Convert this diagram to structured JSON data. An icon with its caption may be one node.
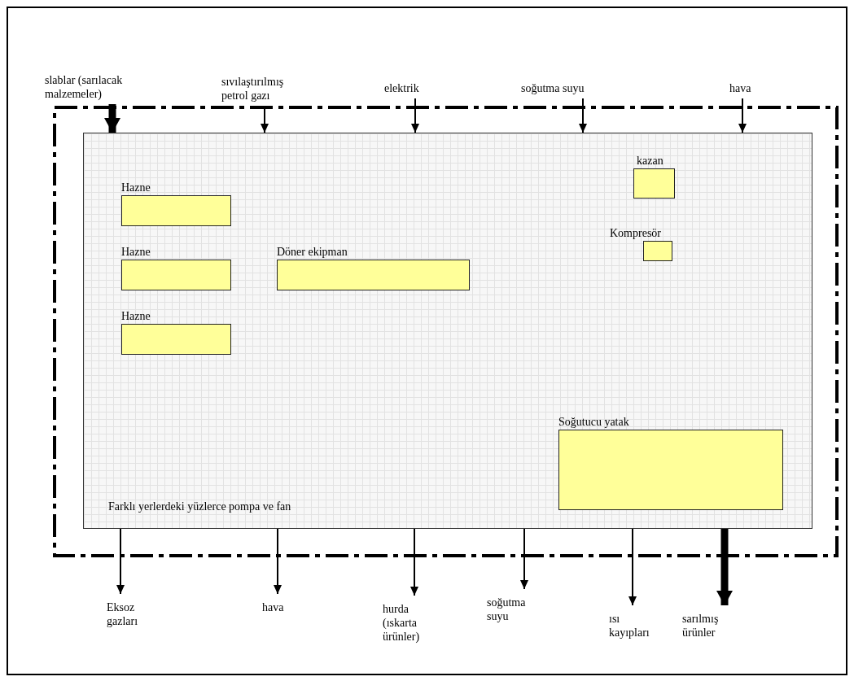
{
  "diagram": {
    "nodes": [
      {
        "text": [
          "slablar (sarılacak malzemeler)"
        ]
      },
      {
        "text": [
          "sıvılaştırılmış petrol gazı"
        ]
      },
      {
        "text": [
          "elektrik"
        ]
      },
      {
        "text": [
          "soğutma suyu"
        ]
      },
      {
        "text": [
          "hava"
        ]
      },
      {
        "text": [],
        "shape": "box"
      },
      {
        "text": [
          "Farklı yerlerdeki yüzlerce pompa ve fan"
        ],
        "in": 5
      },
      {
        "text": [
          "Hazne"
        ],
        "in": 6
      },
      {
        "text": [
          "Hazne"
        ],
        "in": 6
      },
      {
        "text": [
          "Döner ekipman"
        ],
        "in": 6
      },
      {
        "text": [
          "Hazne"
        ],
        "in": 6
      },
      {
        "text": [
          "kazan"
        ],
        "in": 6
      },
      {
        "text": [
          "Kompresör"
        ],
        "in": 6
      },
      {
        "text": [
          "Soğutucu yatak"
        ],
        "in": 6
      },
      {
        "text": [
          "Eksoz gazları"
        ]
      },
      {
        "text": [
          "hava"
        ]
      },
      {
        "text": [
          "hurda (ıskarta ürünler)"
        ]
      },
      {
        "text": [
          "soğutma suyu"
        ]
      },
      {
        "text": [
          "ısı kayıpları"
        ]
      },
      {
        "text": [
          "sarılmış ürünler"
        ]
      }
    ],
    "edges": [
      {
        "from": 0,
        "to": 6,
        "arrow": "to",
        "style": "thick"
      },
      {
        "from": 1,
        "to": 6,
        "arrow": "to"
      },
      {
        "from": 2,
        "to": 6,
        "arrow": "to"
      },
      {
        "from": 3,
        "to": 6,
        "arrow": "to"
      },
      {
        "from": 4,
        "to": 6,
        "arrow": "to"
      },
      {
        "from": 6,
        "to": 14,
        "arrow": "to"
      },
      {
        "from": 6,
        "to": 15,
        "arrow": "to"
      },
      {
        "from": 6,
        "to": 16,
        "arrow": "to"
      },
      {
        "from": 6,
        "to": 17,
        "arrow": "to"
      },
      {
        "from": 6,
        "to": 18,
        "arrow": "to"
      },
      {
        "from": 6,
        "to": 19,
        "arrow": "to",
        "style": "thick"
      }
    ]
  }
}
